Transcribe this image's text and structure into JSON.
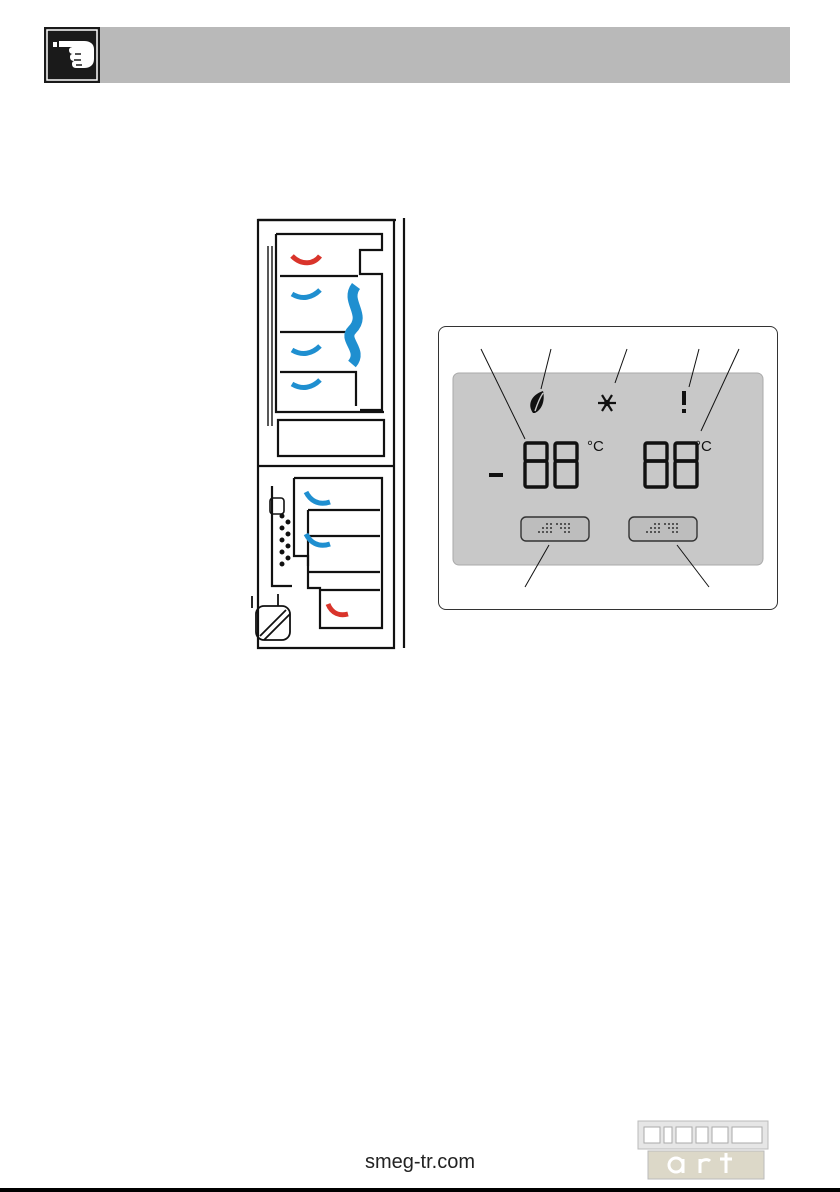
{
  "header": {
    "icon": "pointing-hand-icon",
    "color": "#b9b9b9"
  },
  "fridge_diagram": {
    "icon": "fridge-airflow-diagram",
    "arrow_colors": {
      "cold": "#1f8fd0",
      "warm": "#d9342b"
    }
  },
  "control_panel": {
    "display_color": "#c8c8c8",
    "icons": [
      "eco-leaf-icon",
      "snowflake-icon",
      "exclamation-icon"
    ],
    "left_display": {
      "sign": "-",
      "digits": "88",
      "unit": "°C"
    },
    "right_display": {
      "digits": "88",
      "unit": "°C"
    }
  },
  "footer": {
    "url": "smeg-tr.com"
  },
  "logo": {
    "top_text": "sistem",
    "bottom_text": "art"
  }
}
